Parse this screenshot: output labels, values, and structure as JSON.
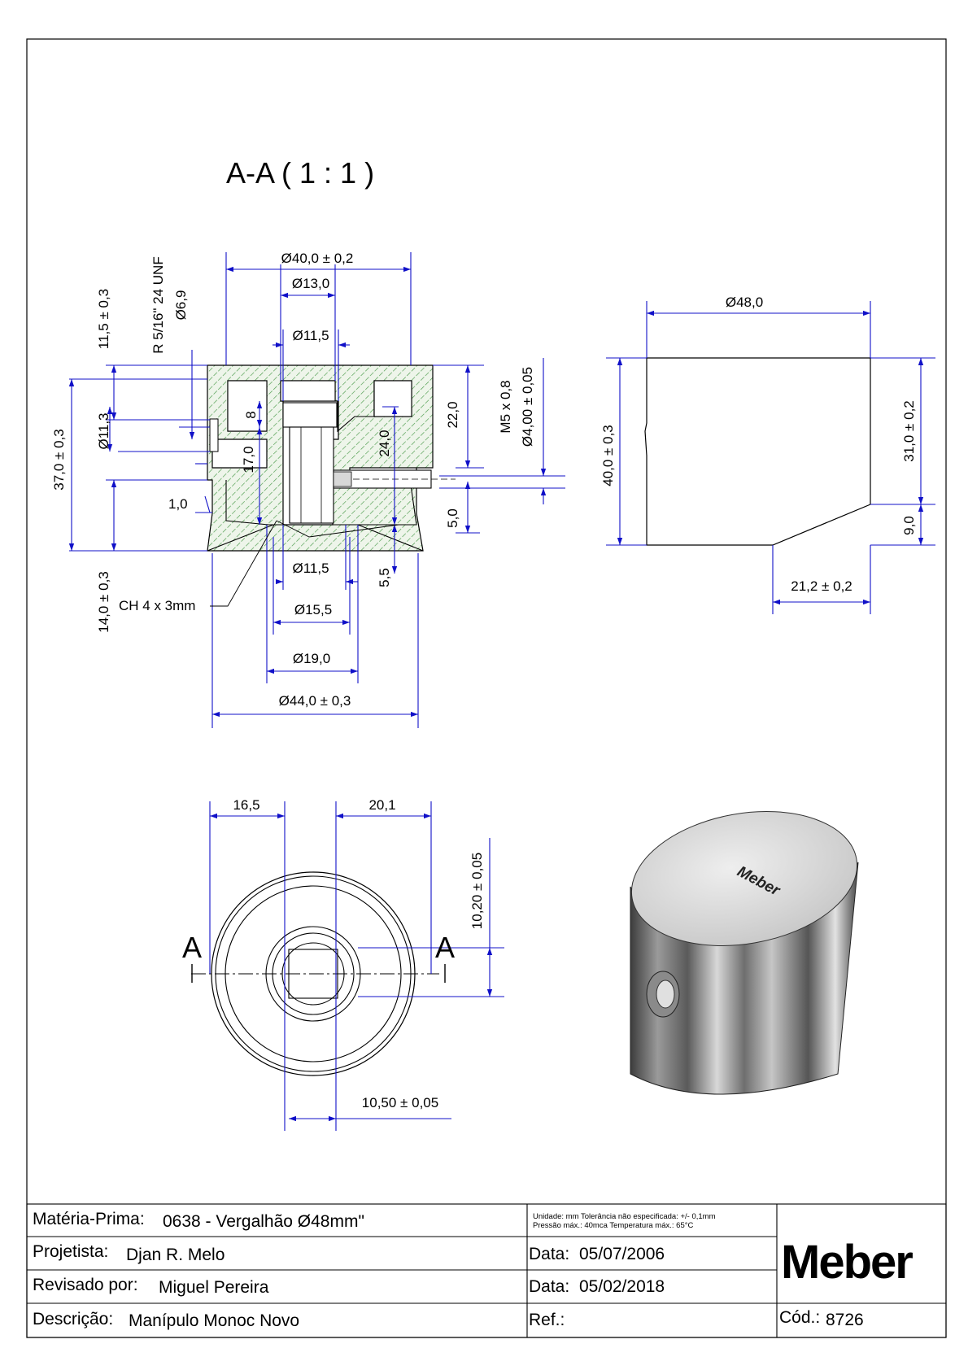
{
  "section_view": {
    "title": "A-A  ( 1 : 1 )",
    "dims": {
      "d40": "Ø40,0 ± 0,2",
      "d13": "Ø13,0",
      "d115_top": "Ø11,5",
      "d115_bot": "Ø11,5",
      "d155": "Ø15,5",
      "d19": "Ø19,0",
      "d44": "Ø44,0 ± 0,3",
      "h115": "11,5 ± 0,3",
      "thread": "R 5/16\" 24 UNF",
      "d69": "Ø6,9",
      "d113": "Ø11,3",
      "h37": "37,0 ± 0,3",
      "h1": "1,0",
      "h14": "14,0 ± 0,3",
      "h8": "8",
      "h17": "17,0",
      "h24": "24,0",
      "h22": "22,0",
      "m5": "M5 x 0,8",
      "d4": "Ø4,00 ± 0,05",
      "h5": "5,0",
      "h55": "5,5",
      "chamfer": "CH 4 x 3mm"
    }
  },
  "side_view": {
    "dims": {
      "d48": "Ø48,0",
      "h40": "40,0 ± 0,3",
      "h31": "31,0 ± 0,2",
      "h9": "9,0",
      "w212": "21,2 ± 0,2"
    }
  },
  "top_view": {
    "dims": {
      "d165": "16,5",
      "d201": "20,1",
      "d1020": "10,20 ± 0,05",
      "d1050": "10,50 ± 0,05"
    },
    "section_letter_left": "A",
    "section_letter_right": "A"
  },
  "render_3d": {
    "engraving": "Meber"
  },
  "title_block": {
    "materia_label": "Matéria-Prima:",
    "materia_value": "0638 - Vergalhão Ø48mm\"",
    "projetista_label": "Projetista:",
    "projetista_value": "Djan R. Melo",
    "revisado_label": "Revisado por:",
    "revisado_value": "Miguel Pereira",
    "descricao_label": "Descrição:",
    "descricao_value": "Manípulo Monoc Novo",
    "notes_line1": "Unidade: mm Tolerância não especificada: +/- 0,1mm",
    "notes_line2": "Pressão máx.: 40mca      Temperatura máx.: 65°C",
    "data1_label": "Data:",
    "data1_value": "05/07/2006",
    "data2_label": "Data:",
    "data2_value": "05/02/2018",
    "ref_label": "Ref.:",
    "logo": "Meber",
    "cod_label": "Cód.:",
    "cod_value": "8726"
  },
  "colors": {
    "dimension": "#1010c8",
    "hatch": "#4a9a4a",
    "line": "#000000"
  }
}
